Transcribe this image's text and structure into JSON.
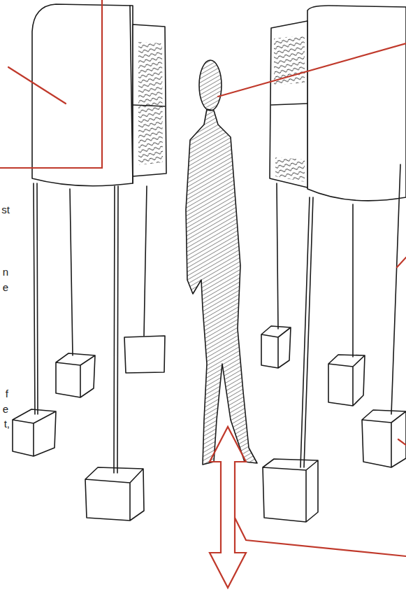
{
  "diagram": {
    "labels": [
      "st",
      "n",
      "e",
      "f",
      "e",
      "t,"
    ]
  }
}
